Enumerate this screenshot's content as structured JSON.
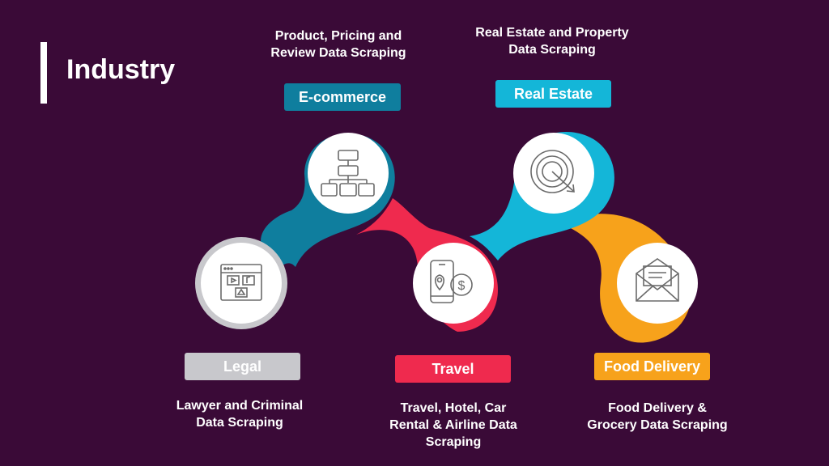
{
  "header": {
    "title": "Industry"
  },
  "industries": [
    {
      "key": "legal",
      "label": "Legal",
      "description": "Lawyer and Criminal Data Scraping",
      "color": "#c8c8cc",
      "icon": "media-player-window-icon"
    },
    {
      "key": "ecommerce",
      "label": "E-commerce",
      "description": "Product, Pricing and Review Data Scraping",
      "color": "#0f7e9e",
      "icon": "flowchart-hierarchy-icon"
    },
    {
      "key": "travel",
      "label": "Travel",
      "description": "Travel, Hotel, Car Rental & Airline Data Scraping",
      "color": "#ef2a4e",
      "icon": "mobile-location-dollar-icon"
    },
    {
      "key": "real_estate",
      "label": "Real Estate",
      "description": "Real Estate and Property Data Scraping",
      "color": "#14b6d8",
      "icon": "target-arrow-icon"
    },
    {
      "key": "food_delivery",
      "label": "Food Delivery",
      "description": "Food Delivery & Grocery Data Scraping",
      "color": "#f7a21b",
      "icon": "envelope-icon"
    }
  ]
}
